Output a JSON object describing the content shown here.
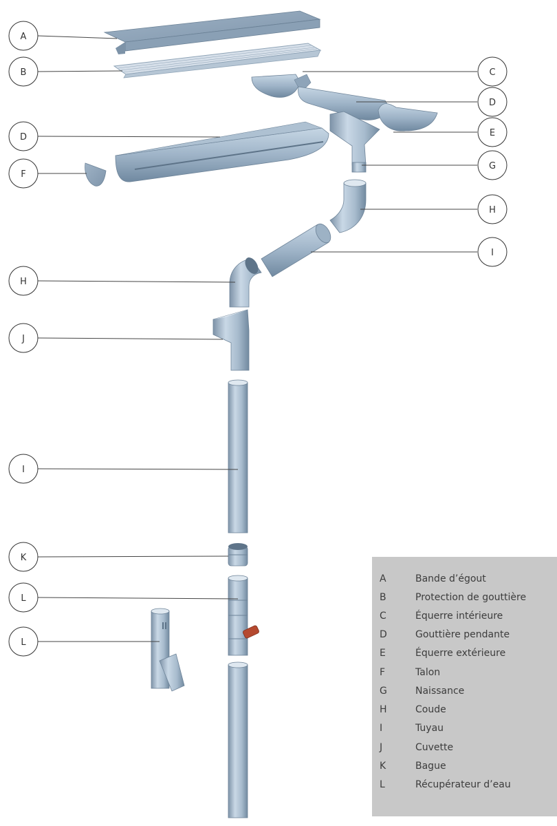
{
  "callouts": {
    "left": [
      "A",
      "B",
      "D",
      "F",
      "H",
      "J",
      "I",
      "K",
      "L",
      "L"
    ],
    "right": [
      "C",
      "D",
      "E",
      "G",
      "H",
      "I"
    ]
  },
  "legend": [
    {
      "letter": "A",
      "name": "Bande d’égout"
    },
    {
      "letter": "B",
      "name": "Protection de gouttière"
    },
    {
      "letter": "C",
      "name": "Équerre intérieure"
    },
    {
      "letter": "D",
      "name": "Gouttière pendante"
    },
    {
      "letter": "E",
      "name": "Équerre extérieure"
    },
    {
      "letter": "F",
      "name": "Talon"
    },
    {
      "letter": "G",
      "name": "Naissance"
    },
    {
      "letter": "H",
      "name": "Coude"
    },
    {
      "letter": "I",
      "name": "Tuyau"
    },
    {
      "letter": "J",
      "name": "Cuvette"
    },
    {
      "letter": "K",
      "name": "Bague"
    },
    {
      "letter": "L",
      "name": "Récupérateur d’eau"
    }
  ],
  "colors": {
    "metal_light": "#c2d3e2",
    "metal_mid": "#93a9bf",
    "metal_dark": "#6f859b",
    "legend_bg": "#c8c8c8",
    "valve": "#b5492f"
  }
}
